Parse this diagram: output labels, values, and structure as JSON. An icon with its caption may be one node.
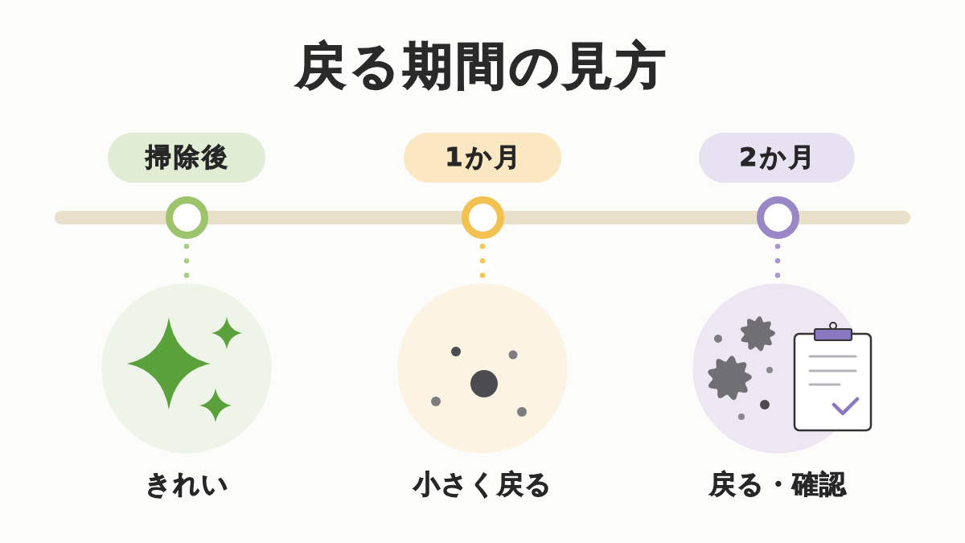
{
  "diagram": {
    "title": "戻る期間の見方",
    "nodes": [
      {
        "text": [
          "掃除後"
        ]
      },
      {
        "text": [
          "1か月"
        ]
      },
      {
        "text": [
          "2か月"
        ]
      },
      {
        "text": [],
        "shape": "bar"
      },
      {
        "text": [],
        "shape": "circle"
      },
      {
        "text": [],
        "shape": "circle"
      },
      {
        "text": [],
        "shape": "circle"
      },
      {
        "text": [],
        "shape": "picture",
        "beside": [
          "きれい"
        ]
      },
      {
        "text": [],
        "shape": "picture",
        "beside": [
          "小さく戻る"
        ]
      },
      {
        "text": [],
        "shape": "picture",
        "beside": [
          "戻る・確認"
        ]
      }
    ],
    "edges": [
      {
        "from": 4,
        "to": 7,
        "arrow": "none",
        "style": "dashed",
        "color": "#a9cb85"
      },
      {
        "from": 5,
        "to": 8,
        "arrow": "none",
        "style": "dashed",
        "color": "#f3c552"
      },
      {
        "from": 6,
        "to": 9,
        "arrow": "none",
        "style": "dashed",
        "color": "#a897cf"
      }
    ]
  }
}
